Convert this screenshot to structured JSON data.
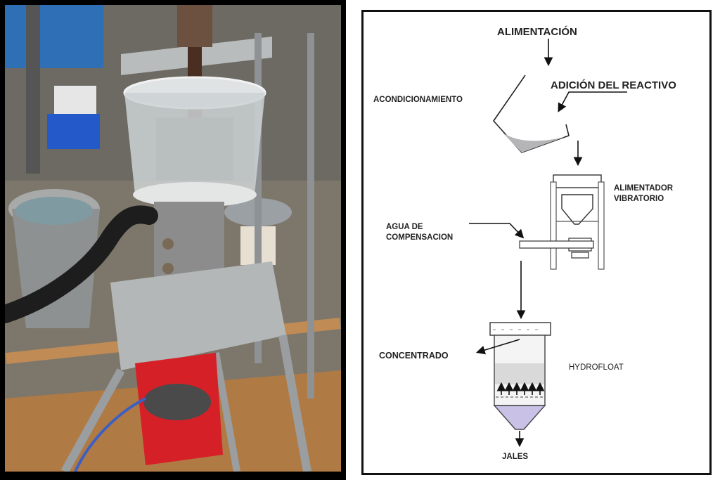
{
  "diagram": {
    "labels": {
      "alimentacion": "ALIMENTACIÓN",
      "adicion_reactivo": "ADICIÓN DEL REACTIVO",
      "acondicionamiento": "ACONDICIONAMIENTO",
      "alimentador_line1": "ALIMENTADOR",
      "alimentador_line2": "VIBRATORIO",
      "agua_line1": "AGUA DE",
      "agua_line2": "COMPENSACION",
      "concentrado": "CONCENTRADO",
      "hydrofloat": "HYDROFLOAT",
      "jales": "JALES"
    }
  },
  "colors": {
    "frame": "#111111",
    "liquid": "#b5b5b8",
    "cone_fill": "#c9c1e6",
    "bucket": "#d62028",
    "pedestal": "#8c8c8c",
    "hose": "#1d1d1d"
  }
}
